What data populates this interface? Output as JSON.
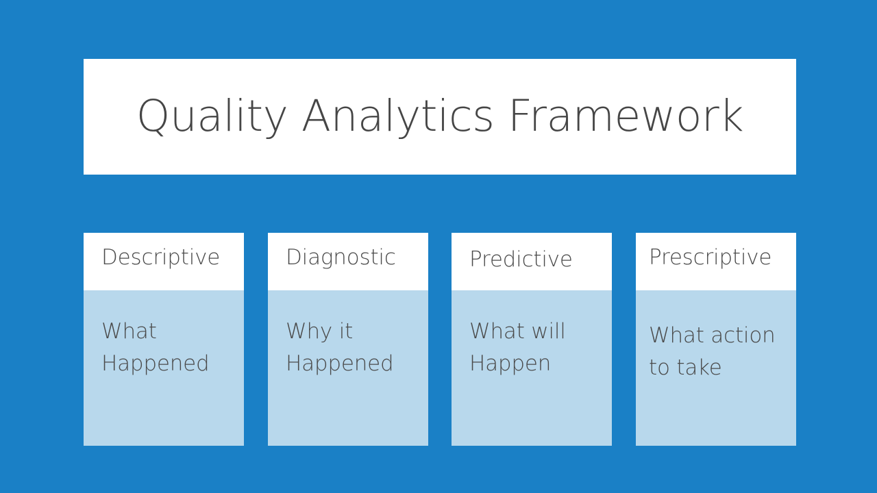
{
  "slide": {
    "background_color": "#1a80c6",
    "title": "Quality Analytics Framework",
    "title_color": "#464646",
    "title_panel_color": "#ffffff",
    "card_header_color": "#ffffff",
    "card_body_color": "#b8d8ec",
    "text_color": "#4a4a4a"
  },
  "cards": [
    {
      "header": "Descriptive",
      "body": "What\nHappened"
    },
    {
      "header": "Diagnostic",
      "body": "Why it\nHappened"
    },
    {
      "header": "Predictive",
      "body": "What will\nHappen"
    },
    {
      "header": "Prescriptive",
      "body": "What action\nto take"
    }
  ]
}
